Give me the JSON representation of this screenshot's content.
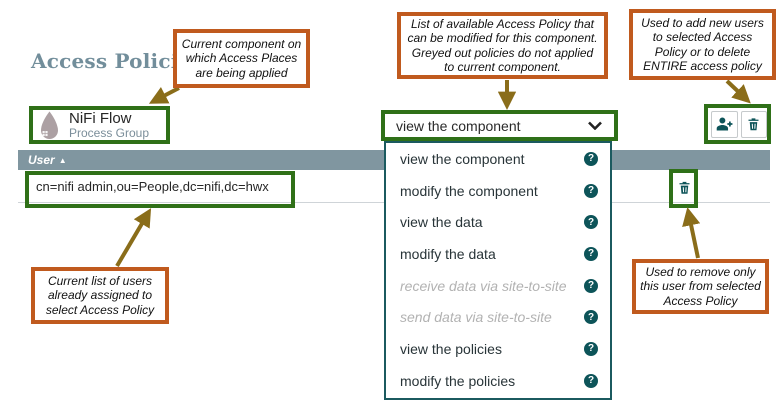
{
  "page": {
    "title": "Access Policies"
  },
  "component": {
    "name": "NiFi Flow",
    "type": "Process Group"
  },
  "policy_select": {
    "value": "view the component"
  },
  "policy_dropdown": {
    "help_icon": "?",
    "items": [
      {
        "label": "view the component",
        "enabled": true
      },
      {
        "label": "modify the component",
        "enabled": true
      },
      {
        "label": "view the data",
        "enabled": true
      },
      {
        "label": "modify the data",
        "enabled": true
      },
      {
        "label": "receive data via site-to-site",
        "enabled": false
      },
      {
        "label": "send data via site-to-site",
        "enabled": false
      },
      {
        "label": "view the policies",
        "enabled": true
      },
      {
        "label": "modify the policies",
        "enabled": true
      }
    ]
  },
  "table": {
    "columns": [
      {
        "label": "User",
        "sort": "asc"
      }
    ],
    "sort_icon": "▲",
    "rows": [
      {
        "user": "cn=nifi admin,ou=People,dc=nifi,dc=hwx"
      }
    ]
  },
  "annotations": {
    "component_note": "Current component on\nwhich Access Places\nare being applied",
    "policy_list_note": "List of available Access Policy that\ncan be modified for this component.\nGreyed out policies do not applied\nto current component.",
    "add_delete_note": "Used to add new users\nto selected Access\nPolicy or to delete\nENTIRE access policy",
    "user_list_note": "Current list of users\nalready assigned to\nselect Access Policy",
    "remove_user_note": "Used to remove only\nthis user from selected\nAccess Policy"
  },
  "colors": {
    "title": "#728e9b",
    "table_header_bg": "#8096a0",
    "icon_teal": "#0d5459",
    "annotation_border_orange": "#c05a1e",
    "highlight_border_green": "#2f7018",
    "arrow_olive": "#8a6d1a",
    "disabled_item_text": "#b2b2b2"
  }
}
